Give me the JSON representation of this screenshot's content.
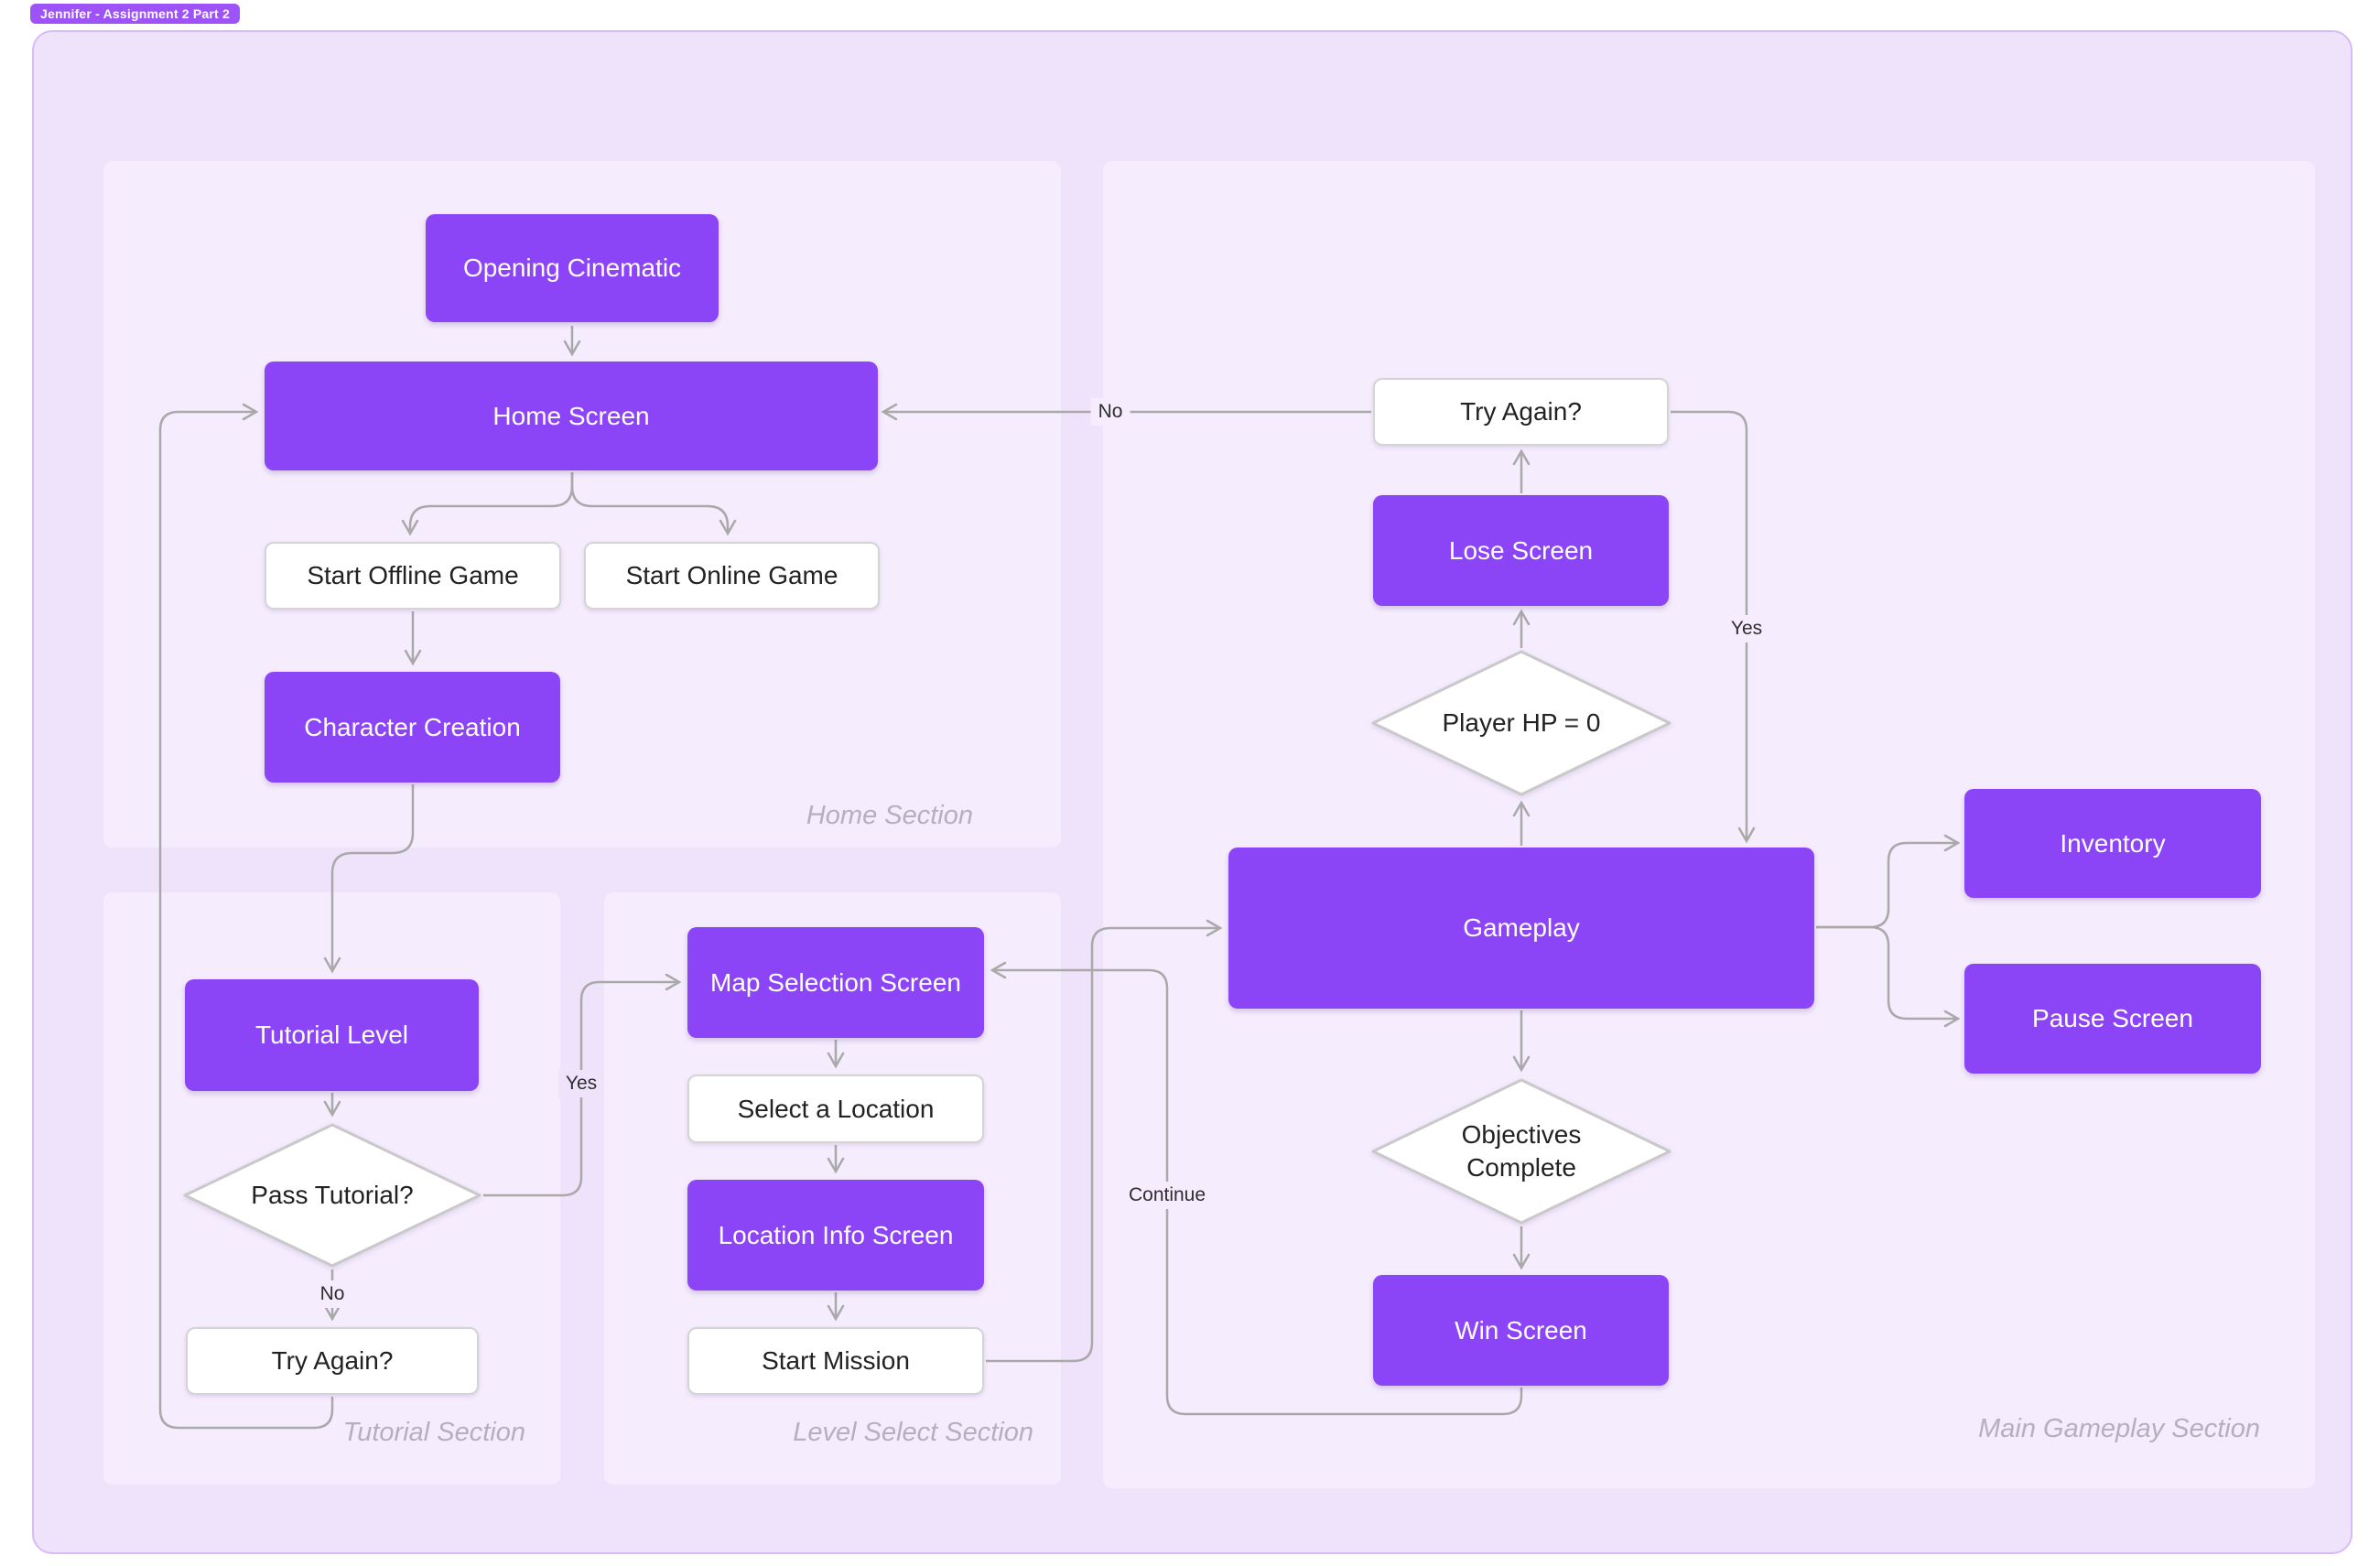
{
  "file_tab": {
    "label": "Jennifer - Assignment 2 Part 2"
  },
  "sections": {
    "home": {
      "label": "Home Section"
    },
    "tutorial": {
      "label": "Tutorial Section"
    },
    "level_select": {
      "label": "Level Select Section"
    },
    "main_gameplay": {
      "label": "Main Gameplay Section"
    }
  },
  "nodes": {
    "opening_cinematic": "Opening Cinematic",
    "home_screen": "Home Screen",
    "start_offline_game": "Start Offline Game",
    "start_online_game": "Start Online Game",
    "character_creation": "Character Creation",
    "tutorial_level": "Tutorial Level",
    "pass_tutorial": "Pass Tutorial?",
    "try_again_tutorial": "Try Again?",
    "map_selection_screen": "Map Selection Screen",
    "select_a_location": "Select a Location",
    "location_info_screen": "Location Info Screen",
    "start_mission": "Start Mission",
    "try_again_main": "Try Again?",
    "lose_screen": "Lose Screen",
    "player_hp_zero": "Player HP = 0",
    "gameplay": "Gameplay",
    "inventory": "Inventory",
    "pause_screen": "Pause Screen",
    "objectives_complete": "Objectives Complete",
    "win_screen": "Win Screen"
  },
  "edge_labels": {
    "try_again_no": "No",
    "try_again_yes": "Yes",
    "pass_tutorial_yes": "Yes",
    "pass_tutorial_no": "No",
    "win_continue": "Continue"
  },
  "colors": {
    "node_purple": "#8B45F7",
    "node_white": "#FFFFFF",
    "canvas_background": "#EFE3FB",
    "section_background": "#F5ECFD",
    "canvas_border": "#D8BBF6",
    "edge_gray": "#A9A9A9",
    "tab_background": "#9D53F8",
    "section_label_gray": "#B7AEC2"
  }
}
